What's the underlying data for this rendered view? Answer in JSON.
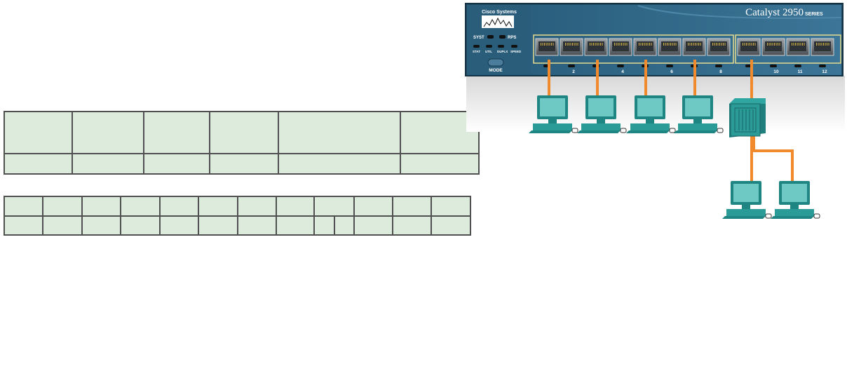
{
  "switch": {
    "brand": "Cisco Systems",
    "model": "Catalyst 2950",
    "series": "SERIES",
    "led_labels": [
      "SYST",
      "RPS",
      "STAT",
      "UTIL",
      "DUPLX",
      "SPEED"
    ],
    "mode_label": "MODE",
    "port_numbers": [
      "2",
      "4",
      "6",
      "8",
      "10",
      "11",
      "12"
    ]
  },
  "colors": {
    "cable": "#f08a2c",
    "chassis": "#2a5d7a",
    "pc": "#2a9b97",
    "table_fill": "#dcebdc",
    "table_border": "#505050"
  },
  "tables": {
    "table1": {
      "rows": 2,
      "cols": 6
    },
    "table2": {
      "rows": 2,
      "cols": 12
    }
  }
}
